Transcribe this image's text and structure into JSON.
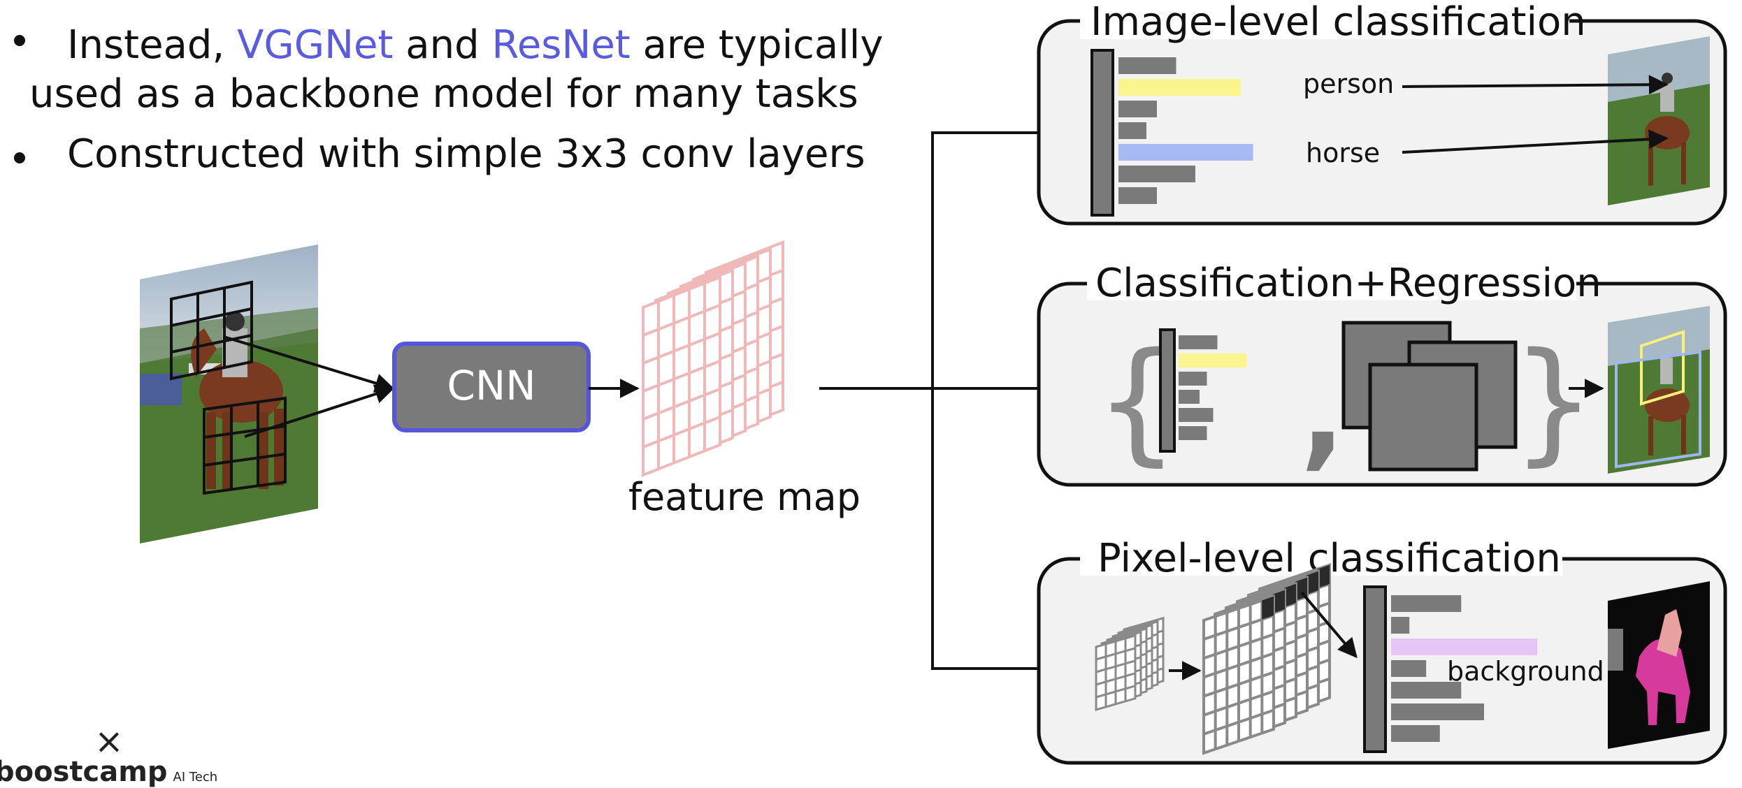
{
  "bullets": {
    "b1_pre": "Instead, ",
    "b1_vgg": "VGGNet",
    "b1_and": " and ",
    "b1_res": "ResNet",
    "b1_post": " are typically",
    "b1_line2": "used as a backbone model for many tasks",
    "b2": "Constructed with simple 3x3 conv layers"
  },
  "diagram": {
    "cnn_label": "CNN",
    "feature_map_label": "feature map",
    "panels": {
      "image_level": {
        "title": "Image-level classification",
        "labels": [
          "person",
          "horse"
        ],
        "bar_values": [
          0.33,
          0.7,
          0.22,
          0.16,
          0.77,
          0.44,
          0.22
        ],
        "highlight_colors": {
          "person": "#fbf58e",
          "horse": "#a7b9f3"
        }
      },
      "cls_reg": {
        "title": "Classification+Regression",
        "bar_values": [
          0.37,
          0.65,
          0.27,
          0.2,
          0.33,
          0.27
        ],
        "braces": [
          "{",
          "}"
        ],
        "comma": ","
      },
      "pixel_level": {
        "title": "Pixel-level classification",
        "label": "background",
        "bar_values": [
          0.46,
          0.12,
          0.96,
          0.23,
          0.46,
          0.61,
          0.32
        ],
        "highlight_color": "#e6c4f6"
      }
    }
  },
  "logo": {
    "text": "boostcamp",
    "sub": "AI Tech",
    "close_mark": "×"
  },
  "colors": {
    "accent": "#5b5bdf",
    "cnn_fill": "#7a7a7a",
    "panel_fill": "#f2f2f2",
    "feature_map": "#f0b9b9"
  }
}
